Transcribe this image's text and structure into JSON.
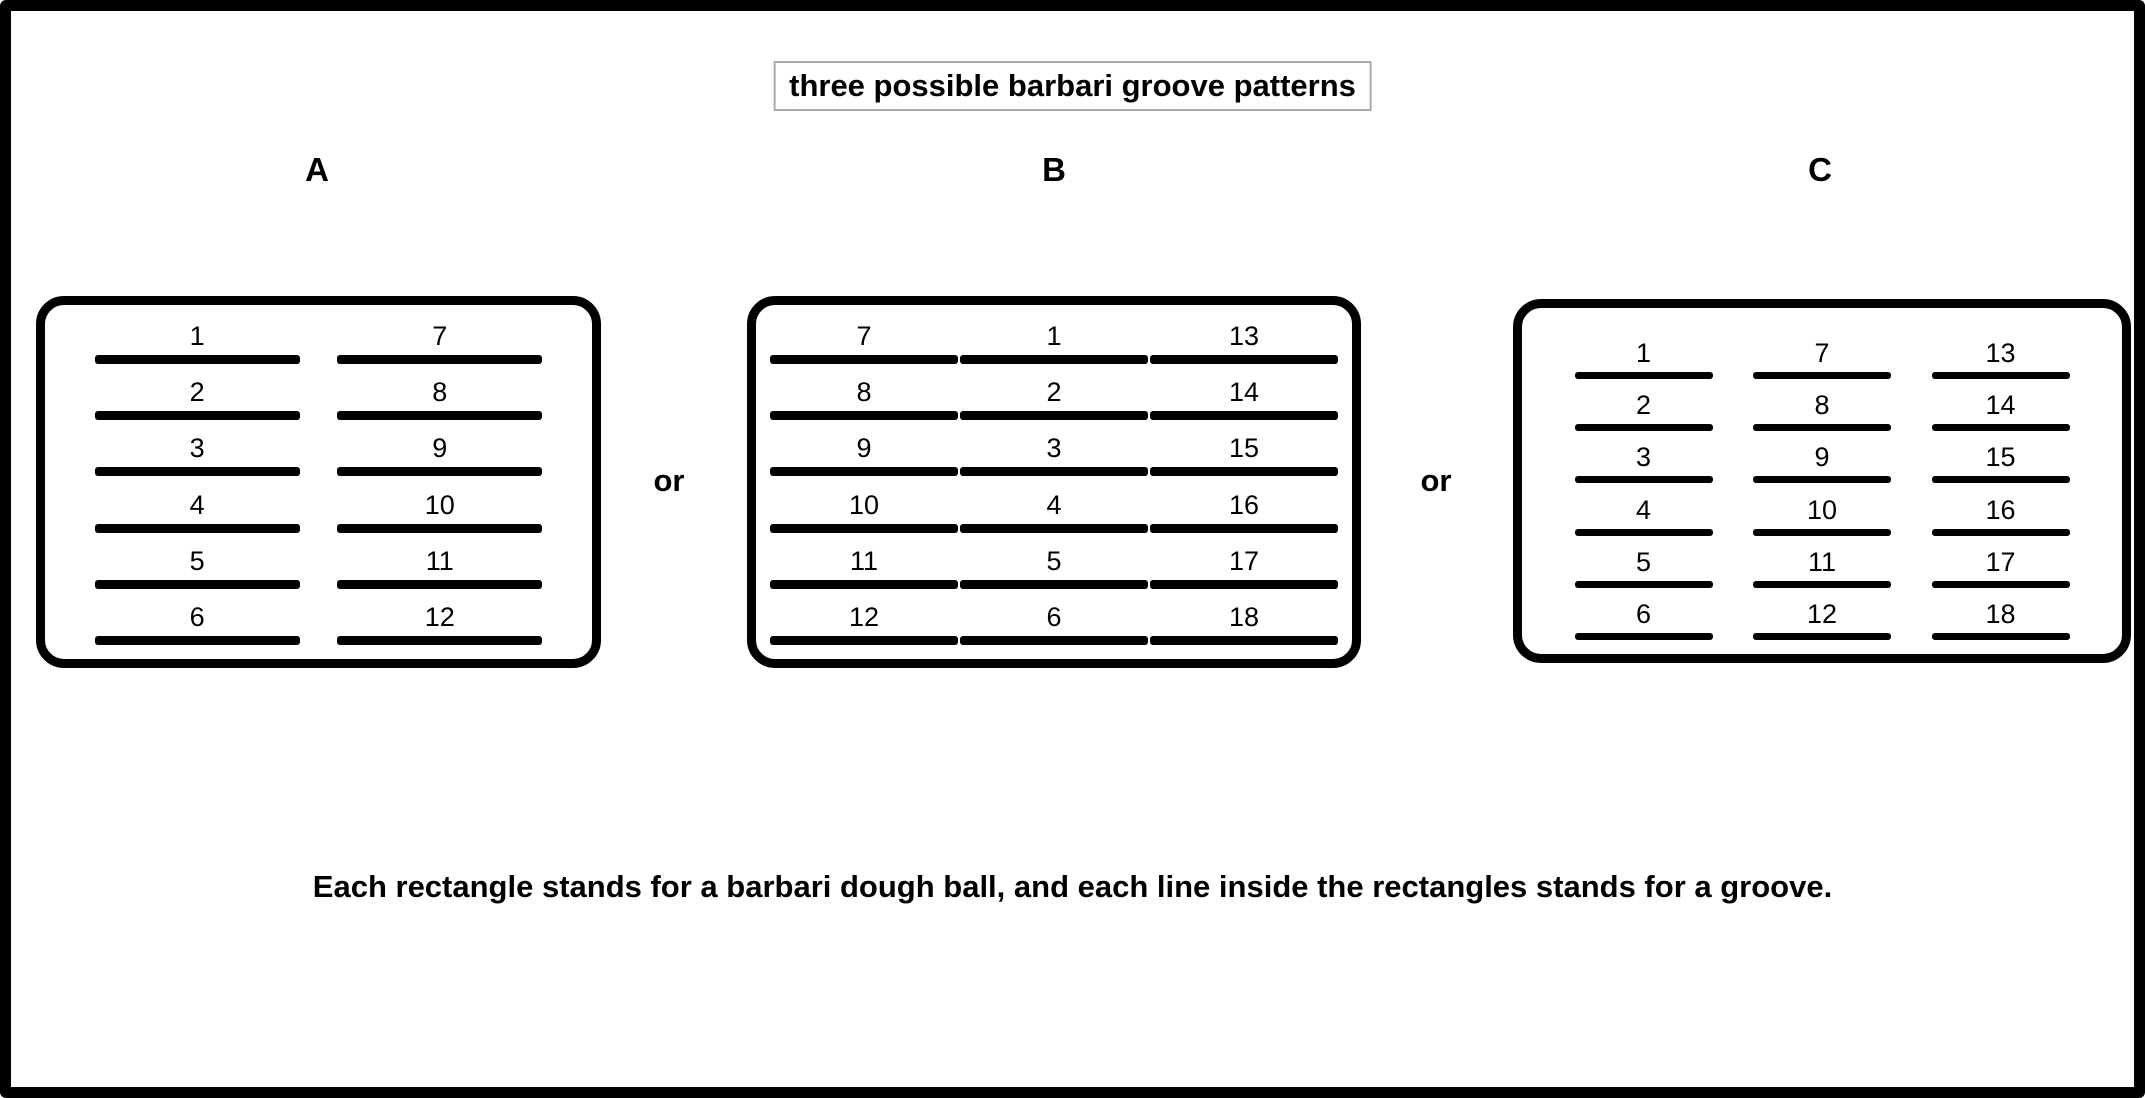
{
  "title": "three possible barbari groove patterns",
  "or_label": "or",
  "caption": "Each rectangle stands for a barbari dough ball, and each line inside the rectangles stands for a groove.",
  "colors": {
    "ink": "#000000",
    "background": "#ffffff",
    "title_box_border": "#aaaaaa"
  },
  "patterns": [
    {
      "label": "A",
      "columns": [
        [
          "1",
          "2",
          "3",
          "4",
          "5",
          "6"
        ],
        [
          "7",
          "8",
          "9",
          "10",
          "11",
          "12"
        ]
      ]
    },
    {
      "label": "B",
      "columns": [
        [
          "7",
          "8",
          "9",
          "10",
          "11",
          "12"
        ],
        [
          "1",
          "2",
          "3",
          "4",
          "5",
          "6"
        ],
        [
          "13",
          "14",
          "15",
          "16",
          "17",
          "18"
        ]
      ]
    },
    {
      "label": "C",
      "columns": [
        [
          "1",
          "2",
          "3",
          "4",
          "5",
          "6"
        ],
        [
          "7",
          "8",
          "9",
          "10",
          "11",
          "12"
        ],
        [
          "13",
          "14",
          "15",
          "16",
          "17",
          "18"
        ]
      ]
    }
  ]
}
